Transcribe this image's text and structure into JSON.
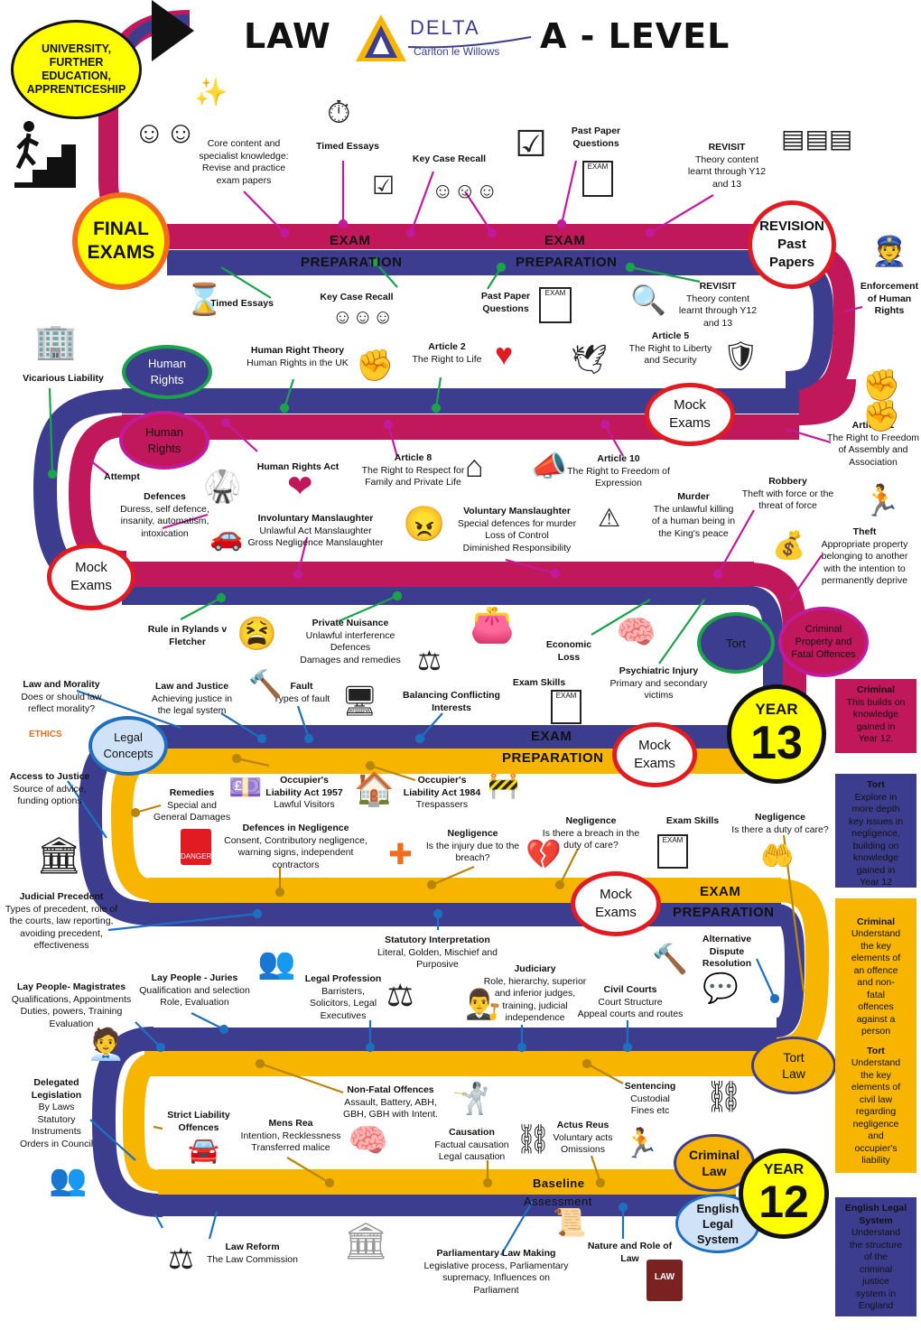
{
  "header": {
    "law": "LAW",
    "level": "A - LEVEL",
    "logo_name": "DELTA",
    "logo_sub": "Carlton le Willows"
  },
  "destination": "UNIVERSITY, FURTHER EDUCATION, APPRENTICESHIP",
  "milestones": {
    "final_exams": "FINAL\nEXAMS",
    "revision": "REVISION\nPast\nPapers",
    "mock1": "Mock\nExams",
    "mock2": "Mock\nExams",
    "mock3": "Mock\nExams",
    "mock4": "Mock\nExams",
    "human_rights_a": "Human\nRights",
    "human_rights_b": "Human\nRights",
    "tort13": "Tort",
    "criminal13": "Criminal\nProperty and\nFatal Offences",
    "legal_concepts": "Legal\nConcepts",
    "tort_law": "Tort\nLaw",
    "criminal_law": "Criminal\nLaw",
    "els": "English\nLegal\nSystem",
    "year13_label": "YEAR",
    "year13_num": "13",
    "year12_label": "YEAR",
    "year12_num": "12"
  },
  "bands": {
    "exam1": "EXAM",
    "prep1": "PREPARATION",
    "exam2": "EXAM",
    "prep2": "PREPARATION",
    "exam3": "EXAM",
    "prep3": "PREPARATION",
    "exam4": "EXAM",
    "prep4": "PREPARATION",
    "baseline": "Baseline",
    "assessment": "Assessment"
  },
  "topics": [
    {
      "id": "core",
      "title": "",
      "body": "Core content and\nspecialist knowledge:\nRevise and practice\nexam papers"
    },
    {
      "id": "timed1",
      "title": "Timed Essays",
      "body": ""
    },
    {
      "id": "kcr1",
      "title": "Key Case Recall",
      "body": ""
    },
    {
      "id": "pp1",
      "title": "Past Paper\nQuestions",
      "body": ""
    },
    {
      "id": "revisit1",
      "title": "REVISIT",
      "body": "Theory content\nlearnt through Y12\nand 13"
    },
    {
      "id": "timed2",
      "title": "Timed Essays",
      "body": ""
    },
    {
      "id": "kcr2",
      "title": "Key Case Recall",
      "body": ""
    },
    {
      "id": "pp2",
      "title": "Past Paper\nQuestions",
      "body": ""
    },
    {
      "id": "revisit2",
      "title": "REVISIT",
      "body": "Theory content\nlearnt through Y12\nand 13"
    },
    {
      "id": "enf",
      "title": "Enforcement\nof\nHuman\nRights",
      "body": ""
    },
    {
      "id": "vic",
      "title": "Vicarious Liability",
      "body": ""
    },
    {
      "id": "hrt",
      "title": "Human Right Theory",
      "body": "Human Rights in the UK"
    },
    {
      "id": "a2",
      "title": "Article 2",
      "body": "The Right to Life"
    },
    {
      "id": "a5",
      "title": "Article 5",
      "body": "The Right to Liberty\nand Security"
    },
    {
      "id": "a11",
      "title": "Article 11",
      "body": "The Right to Freedom\nof Assembly and\nAssociation"
    },
    {
      "id": "hra",
      "title": "Human Rights Act",
      "body": ""
    },
    {
      "id": "a8",
      "title": "Article 8",
      "body": "The Right to Respect for\nFamily and Private Life"
    },
    {
      "id": "a10",
      "title": "Article 10",
      "body": "The Right to Freedom of\nExpression"
    },
    {
      "id": "attempt",
      "title": "Attempt",
      "body": ""
    },
    {
      "id": "defences",
      "title": "Defences",
      "body": "Duress, self defence,\ninsanity, automatism,\nintoxication"
    },
    {
      "id": "invol",
      "title": "Involuntary Manslaughter",
      "body": "Unlawful Act Manslaughter\nGross Negligence Manslaughter"
    },
    {
      "id": "vol",
      "title": "Voluntary Manslaughter",
      "body": "Special defences for murder\nLoss of Control\nDiminished Responsibility"
    },
    {
      "id": "murder",
      "title": "Murder",
      "body": "The unlawful killing\nof a human being in\nthe King's peace"
    },
    {
      "id": "robbery",
      "title": "Robbery",
      "body": "Theft with force or the\nthreat of force"
    },
    {
      "id": "theft",
      "title": "Theft",
      "body": "Appropriate property\nbelonging to another\nwith the intention to\npermanently deprive"
    },
    {
      "id": "rylands",
      "title": "Rule in\nRylands v Fletcher",
      "body": ""
    },
    {
      "id": "nuisance",
      "title": "Private Nuisance",
      "body": "Unlawful interference\nDefences\nDamages and remedies"
    },
    {
      "id": "econ",
      "title": "Economic\nLoss",
      "body": ""
    },
    {
      "id": "psych",
      "title": "Psychiatric Injury",
      "body": "Primary and secondary\nvictims"
    },
    {
      "id": "lawmor",
      "title": "Law and Morality",
      "body": "Does or should law\nreflect morality?"
    },
    {
      "id": "lawjus",
      "title": "Law and Justice",
      "body": "Achieving justice in\nthe legal system"
    },
    {
      "id": "fault",
      "title": "Fault",
      "body": "Types of fault"
    },
    {
      "id": "balance",
      "title": "Balancing Conflicting\nInterests",
      "body": ""
    },
    {
      "id": "exskill1",
      "title": "Exam Skills",
      "body": ""
    },
    {
      "id": "access",
      "title": "Access to Justice",
      "body": "Source of advice,\nfunding options"
    },
    {
      "id": "remedies",
      "title": "Remedies",
      "body": "Special and\nGeneral Damages"
    },
    {
      "id": "ola57",
      "title": "Occupier's\nLiability Act 1957",
      "body": "Lawful Visitors"
    },
    {
      "id": "ola84",
      "title": "Occupier's\nLiability Act 1984",
      "body": "Trespassers"
    },
    {
      "id": "defneg",
      "title": "Defences in Negligence",
      "body": "Consent, Contributory negligence,\nwarning signs, independent\ncontractors"
    },
    {
      "id": "neg1",
      "title": "Negligence",
      "body": "Is the injury due to the\nbreach?"
    },
    {
      "id": "neg2",
      "title": "Negligence",
      "body": "Is there a breach in the\nduty of care?"
    },
    {
      "id": "exskill2",
      "title": "Exam Skills",
      "body": ""
    },
    {
      "id": "neg3",
      "title": "Negligence",
      "body": "Is there a duty of care?"
    },
    {
      "id": "jp",
      "title": "Judicial Precedent",
      "body": "Types of precedent, role of\nthe courts, law reporting,\navoiding precedent,\neffectiveness"
    },
    {
      "id": "stat",
      "title": "Statutory Interpretation",
      "body": "Literal, Golden, Mischief and\nPurposive"
    },
    {
      "id": "adr",
      "title": "Alternative\nDispute\nResolution",
      "body": ""
    },
    {
      "id": "mag",
      "title": "Lay People- Magistrates",
      "body": "Qualifications, Appointments\nDuties, powers, Training\nEvaluation"
    },
    {
      "id": "juries",
      "title": "Lay People - Juries",
      "body": "Qualification and selection\nRole, Evaluation"
    },
    {
      "id": "prof",
      "title": "Legal Profession",
      "body": "Barristers,\nSolicitors, Legal\nExecutives"
    },
    {
      "id": "judiciary",
      "title": "Judiciary",
      "body": "Role, hierarchy, superior\nand inferior judges,\ntraining, judicial\nindependence"
    },
    {
      "id": "civil",
      "title": "Civil Courts",
      "body": "Court Structure\nAppeal courts and routes"
    },
    {
      "id": "deleg",
      "title": "Delegated\nLegislation",
      "body": "By Laws\nStatutory\nInstruments\nOrders in Council"
    },
    {
      "id": "strict",
      "title": "Strict Liability\nOffences",
      "body": ""
    },
    {
      "id": "mensrea",
      "title": "Mens Rea",
      "body": "Intention, Recklessness\nTransferred malice"
    },
    {
      "id": "nonfatal",
      "title": "Non-Fatal Offences",
      "body": "Assault, Battery, ABH,\nGBH, GBH with Intent."
    },
    {
      "id": "causation",
      "title": "Causation",
      "body": "Factual causation\nLegal causation"
    },
    {
      "id": "actus",
      "title": "Actus Reus",
      "body": "Voluntary acts\nOmissions"
    },
    {
      "id": "sentencing",
      "title": "Sentencing",
      "body": "Custodial\nFines etc"
    },
    {
      "id": "reform",
      "title": "Law Reform",
      "body": "The Law Commission"
    },
    {
      "id": "parl",
      "title": "Parliamentary\nLaw Making",
      "body": "Legislative process, Parliamentary\nsupremacy, Influences on\nParliament"
    },
    {
      "id": "nature",
      "title": "Nature and Role\nof Law",
      "body": ""
    }
  ],
  "sidebar": [
    {
      "id": "s_crim13",
      "title": "Criminal",
      "body": "This builds on\nknowledge\ngained in\nYear 12."
    },
    {
      "id": "s_tort13",
      "title": "Tort",
      "body": "Explore in\nmore depth\nkey issues in\nnegligence,\nbuilding on\nknowledge\ngained in\nYear 12"
    },
    {
      "id": "s_crim12",
      "title": "Criminal",
      "body": "Understand\nthe key\nelements of\nan offence\nand non-\nfatal\noffences\nagainst a\nperson"
    },
    {
      "id": "s_tort12",
      "title": "Tort",
      "body": "Understand\nthe key\nelements of\ncivil law\nregarding\nnegligence\nand\noccupier's\nliability"
    },
    {
      "id": "s_els",
      "title": "English Legal\nSystem",
      "body": "Understand\nthe structure\nof the\ncriminal\njustice\nsystem in\nEngland"
    }
  ],
  "icon_labels": {
    "ethics": "ETHICS",
    "danger": "DANGER",
    "exam": "EXAM",
    "law": "LAW"
  },
  "colors": {
    "crimson": "#c0185a",
    "navy": "#3d3d8f",
    "gold": "#f7b500",
    "yellow": "#ffff00",
    "magenta": "#c21a9c",
    "green": "#1aa34a",
    "blue": "#1f6fc0",
    "brown": "#b8860b"
  }
}
